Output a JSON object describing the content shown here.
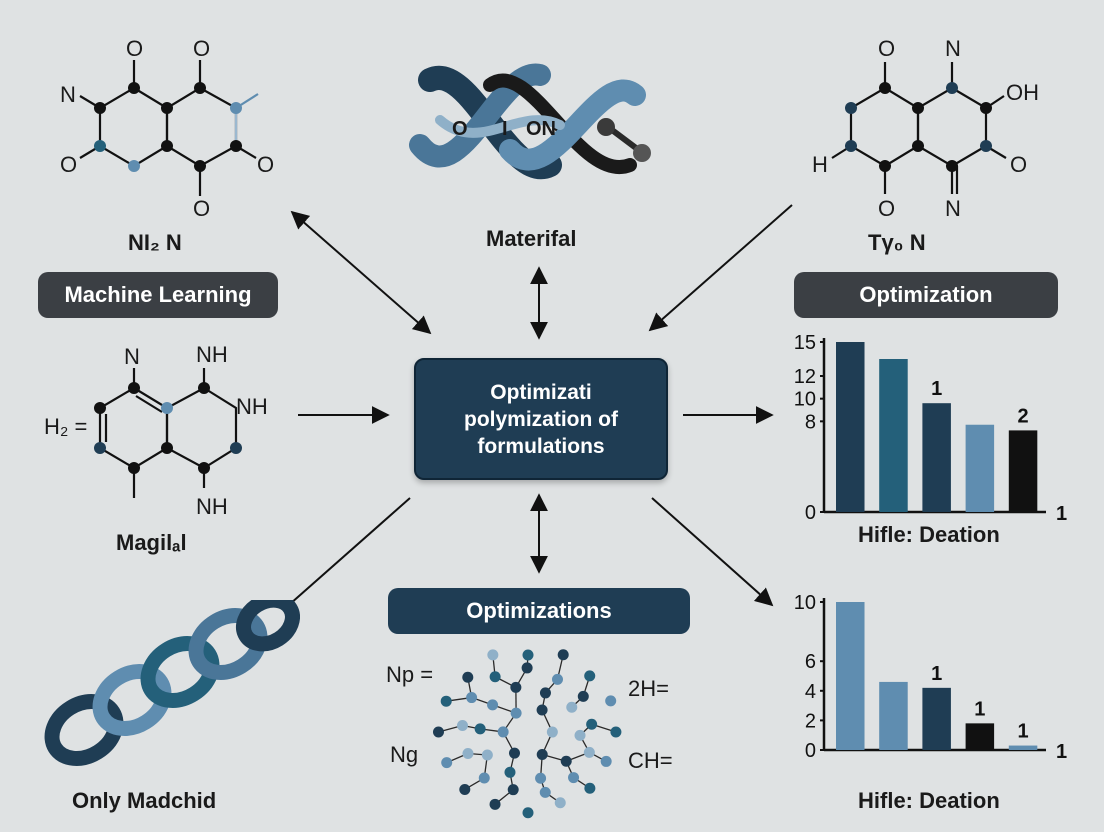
{
  "labels": {
    "top_left_molecule": "NI₂ N",
    "top_center": "Materifal",
    "top_right_molecule": "Tγ₀ N",
    "mid_left_molecule": "Magilₐl",
    "bottom_left": "Only Madchid"
  },
  "pills": {
    "machine_learning": "Machine Learning",
    "optimization_right": "Optimization",
    "optimizations_bottom": "Optimizations"
  },
  "center_box": {
    "line1": "Optimizati",
    "line2": "polymization of",
    "line3": "formulations"
  },
  "molecule_text": {
    "tl_o1": "O",
    "tl_o2": "O",
    "tl_n": "N",
    "tl_o3": "O",
    "tl_o4": "O",
    "tl_o5": "O",
    "tr_o1": "O",
    "tr_n1": "N",
    "tr_oh": "OH",
    "tr_h": "H",
    "tr_o2": "O",
    "tr_o3": "O",
    "tr_n2": "N",
    "ml_n": "N",
    "ml_nh1": "NH",
    "ml_nh2": "NH",
    "ml_h2": "H₂ =",
    "ml_nh3": "NH",
    "helix_o": "O",
    "helix_i": "I",
    "helix_on": "ON",
    "net_np": "Np =",
    "net_ng": "Ng",
    "net_2h": "2H=",
    "net_ch": "CH="
  },
  "colors": {
    "navy": "#1f3d54",
    "teal": "#24607a",
    "steel": "#5f8db0",
    "black": "#111111",
    "grey_pill": "#3b3f44"
  },
  "chart_data": [
    {
      "type": "bar",
      "xlabel": "Hifle: Deation",
      "yticks": [
        0,
        8,
        10,
        12,
        15
      ],
      "ylim": [
        0,
        15
      ],
      "values": [
        15,
        13.5,
        9.6,
        7.7,
        7.2
      ],
      "bar_colors": [
        "#1f3d54",
        "#24607a",
        "#1f3d54",
        "#5f8db0",
        "#111111"
      ],
      "data_labels": [
        "",
        "",
        "1",
        "",
        "2"
      ],
      "axis_end_label": "1"
    },
    {
      "type": "bar",
      "xlabel": "Hifle: Deation",
      "yticks": [
        0,
        2,
        4,
        6,
        10
      ],
      "ylim": [
        0,
        10
      ],
      "values": [
        10,
        4.6,
        4.2,
        1.8,
        0.3
      ],
      "bar_colors": [
        "#5f8db0",
        "#5f8db0",
        "#1f3d54",
        "#111111",
        "#5f8db0"
      ],
      "data_labels": [
        "",
        "",
        "1",
        "1",
        "1"
      ],
      "axis_end_label": "1"
    }
  ]
}
